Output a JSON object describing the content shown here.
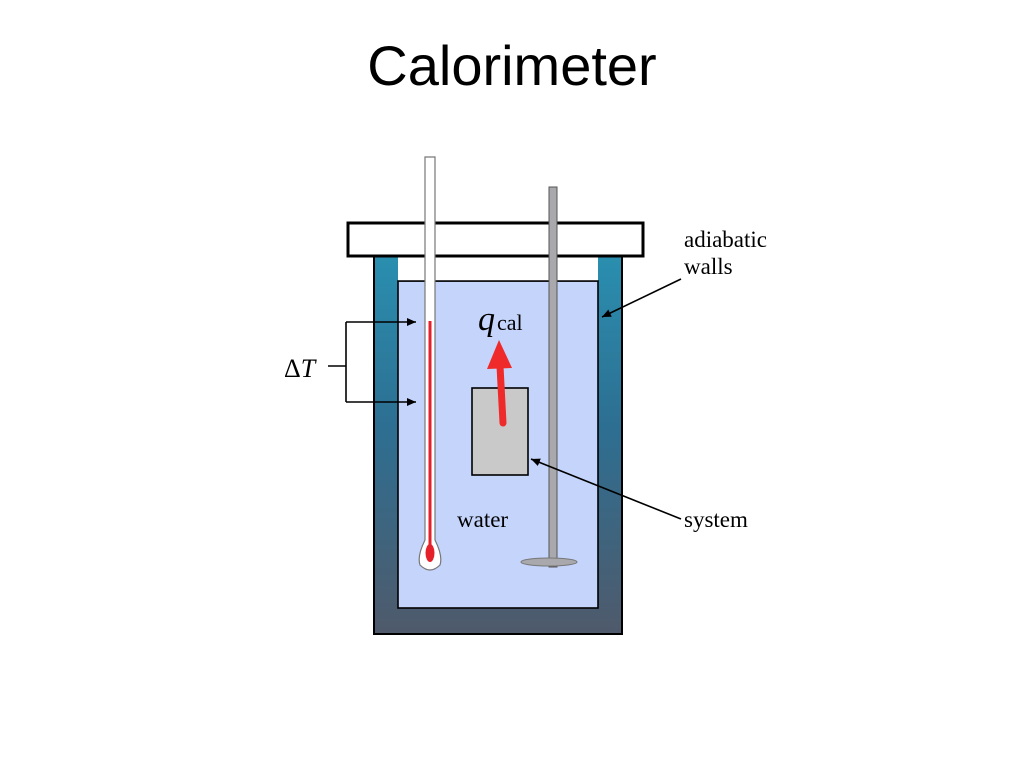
{
  "title": "Calorimeter",
  "diagram": {
    "labels": {
      "delta_symbol": "Δ",
      "delta_var": "T",
      "q_symbol": "q",
      "q_subscript": "cal",
      "adiabatic_line1": "adiabatic",
      "adiabatic_line2": "walls",
      "system": "system",
      "water": "water"
    },
    "colors": {
      "water": "#c5d4fb",
      "wall_top": "#2a8fb0",
      "wall_bottom": "#4f5a6b",
      "thermometer_fluid": "#e4202a",
      "heat_arrow": "#ee2a2a",
      "sample_block": "#c9c9c9",
      "stirrer": "#a9a9ad",
      "lid": "#ffffff",
      "outline": "#000000"
    }
  }
}
